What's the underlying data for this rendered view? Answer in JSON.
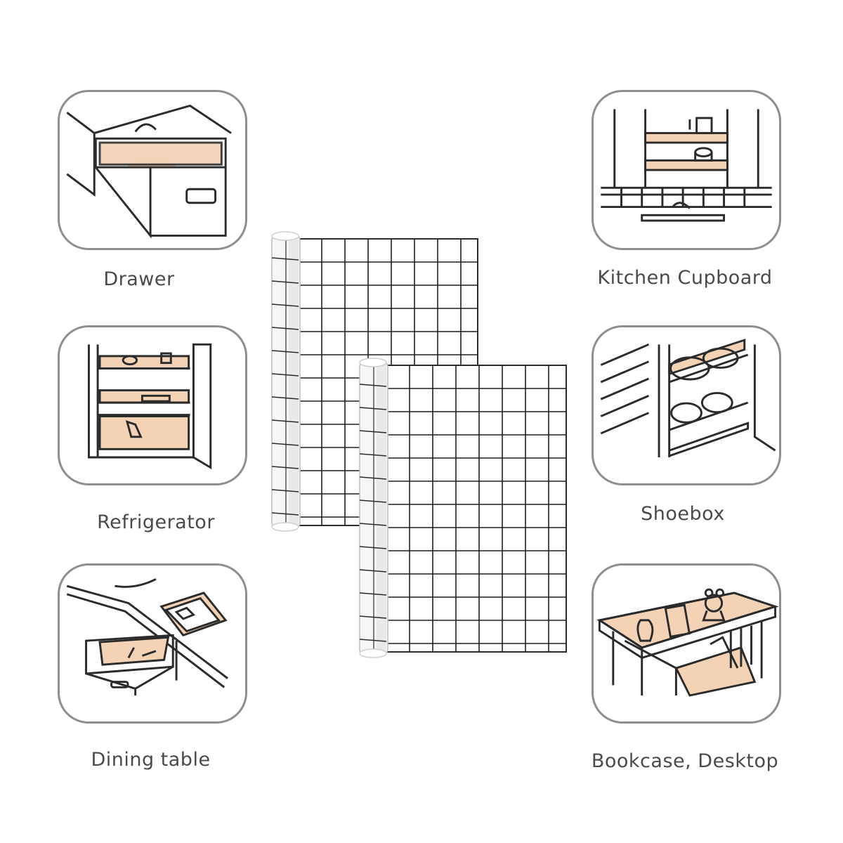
{
  "colors": {
    "accent": "#f3d2b6",
    "line": "#2b2b2b",
    "border": "#8e8e8e",
    "text": "#4a4a4a"
  },
  "uses": [
    {
      "id": "drawer",
      "label": "Drawer",
      "icon": "drawer-icon"
    },
    {
      "id": "kitchen-cupboard",
      "label": "Kitchen Cupboard",
      "icon": "kitchen-cupboard-icon"
    },
    {
      "id": "refrigerator",
      "label": "Refrigerator",
      "icon": "refrigerator-icon"
    },
    {
      "id": "shoebox",
      "label": "Shoebox",
      "icon": "shoebox-icon"
    },
    {
      "id": "dining-table",
      "label": "Dining table",
      "icon": "dining-table-icon"
    },
    {
      "id": "bookcase-desktop",
      "label": "Bookcase, Desktop",
      "icon": "bookcase-desktop-icon"
    }
  ],
  "product": {
    "pattern": "grid",
    "rolls": 2
  }
}
